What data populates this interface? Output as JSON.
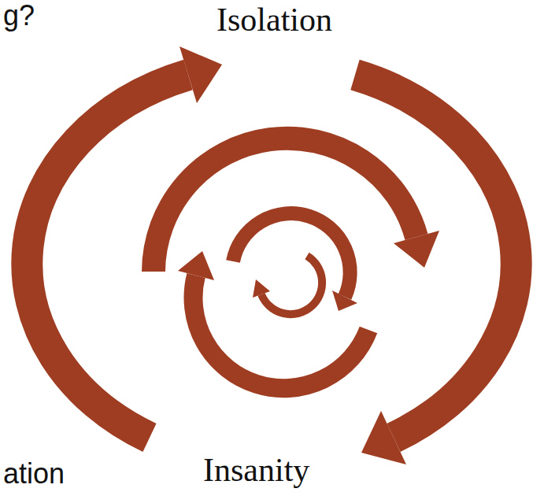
{
  "diagram": {
    "labels": [
      "g?",
      "Isolation",
      "Insanity",
      "ation"
    ]
  }
}
